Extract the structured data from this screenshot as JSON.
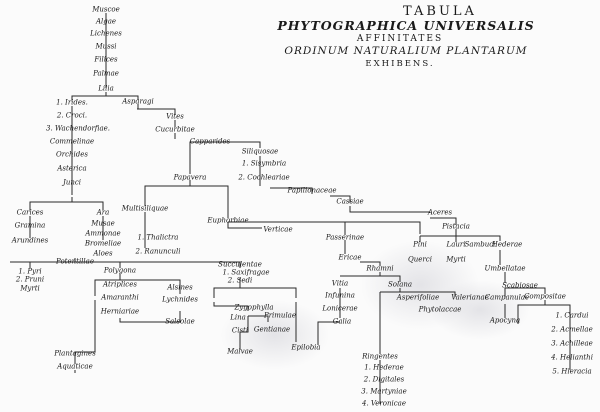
{
  "title": {
    "line1": "TABULA",
    "line2": "PHYTOGRAPHICA UNIVERSALIS",
    "line3": "AFFINITATES",
    "line4": "ORDINUM NATURALIUM PLANTARUM",
    "line5": "EXHIBENS."
  },
  "nodes": {
    "musci": "Muscoe",
    "algae": "Algae",
    "lichenes": "Lichenes",
    "fungi": "Mussi",
    "filices": "Filices",
    "palmae": "Palmae",
    "lilia": "Lilia",
    "irides": "1. Irides.",
    "croci": "2. Croci.",
    "wachendorfiae": "3. Wachendorfiae.",
    "commelinae": "Commelinae",
    "orchides": "Orchides",
    "asterica": "Asterica",
    "junci": "Junci",
    "carices": "Carices",
    "gramina": "Gramina",
    "arundines": "Arundines",
    "ara": "Ara",
    "musae": "Musae",
    "ammonae": "Ammonae",
    "bromeliae": "Bromeliae",
    "aloes": "Aloes",
    "asparagi": "Asparagi",
    "vites": "Vites",
    "cucurbitae": "Cucurbitae",
    "capparides": "Capparides",
    "siliquosae": "Siliquosae",
    "sisymbria": "1. Sisymbria",
    "cochleariae": "2. Cochleariae",
    "papilionaceae": "Papilionaceae",
    "cassiae": "Cassiae",
    "aceres": "Aceres",
    "papavera": "Papavera",
    "multisiliquae": "Multisiliquae",
    "thalictra": "1. Thalictra",
    "ranunculi": "2. Ranunculi",
    "euphorbiae": "Euphorbiae",
    "verticae": "Verticae",
    "passerinae": "Passerinae",
    "ericae": "Ericae",
    "rhamni": "Rhamni",
    "pistacia": "Pistacia",
    "pini": "Pini",
    "quercei": "Querci",
    "lauri": "Lauri",
    "myrti2": "Myrti",
    "sambuci": "Sambuci",
    "hederae": "Hederae",
    "umbellatae": "Umbellatae",
    "scabiosae": "Scabiosae",
    "potentillae": "Potentillae",
    "pyri": "1. Pyri",
    "pruni": "2. Pruni",
    "myrti": "Myrti",
    "plantagines": "Plantagines",
    "aquaticae": "Aquaticae",
    "polygona": "Polygona",
    "atriplices": "Atriplices",
    "amaranthi": "Amaranthi",
    "herniariae": "Herniariae",
    "alsines": "Alsines",
    "lychnides": "Lychnides",
    "salsolae": "Salsolae",
    "succulentae": "Succulentae",
    "saxifragae": "1. Saxifragae",
    "sedi": "2. Sedi",
    "zygophylla": "Zygophylla",
    "lina": "Lina",
    "primulae": "Primulae",
    "cisti": "Cisti",
    "gentianae": "Gentianae",
    "malvae": "Malvae",
    "epilobia": "Epilobia",
    "vitia": "Vitia",
    "infunina": "Infunina",
    "lonicerae": "Lonicerae",
    "galia": "Galia",
    "solana": "Solana",
    "asperifoliae": "Asperifoliae",
    "valerianae": "Valerianae",
    "phytolaccae": "Phytolaccae",
    "campanulae": "Campanulae",
    "apocyna": "Apocyna",
    "compositae": "Compositae",
    "cardui": "1. Cardui",
    "acmellae": "2. Acmellae",
    "achilleae": "3. Achilleae",
    "helianthi": "4. Helianthi",
    "hieracia": "5. Hieracia",
    "ringentes": "Ringentes",
    "hederae2": "1. Hederae",
    "digitales": "2. Digitales",
    "martyniae": "3. Martyniae",
    "veronicae": "4. Veronicae"
  }
}
